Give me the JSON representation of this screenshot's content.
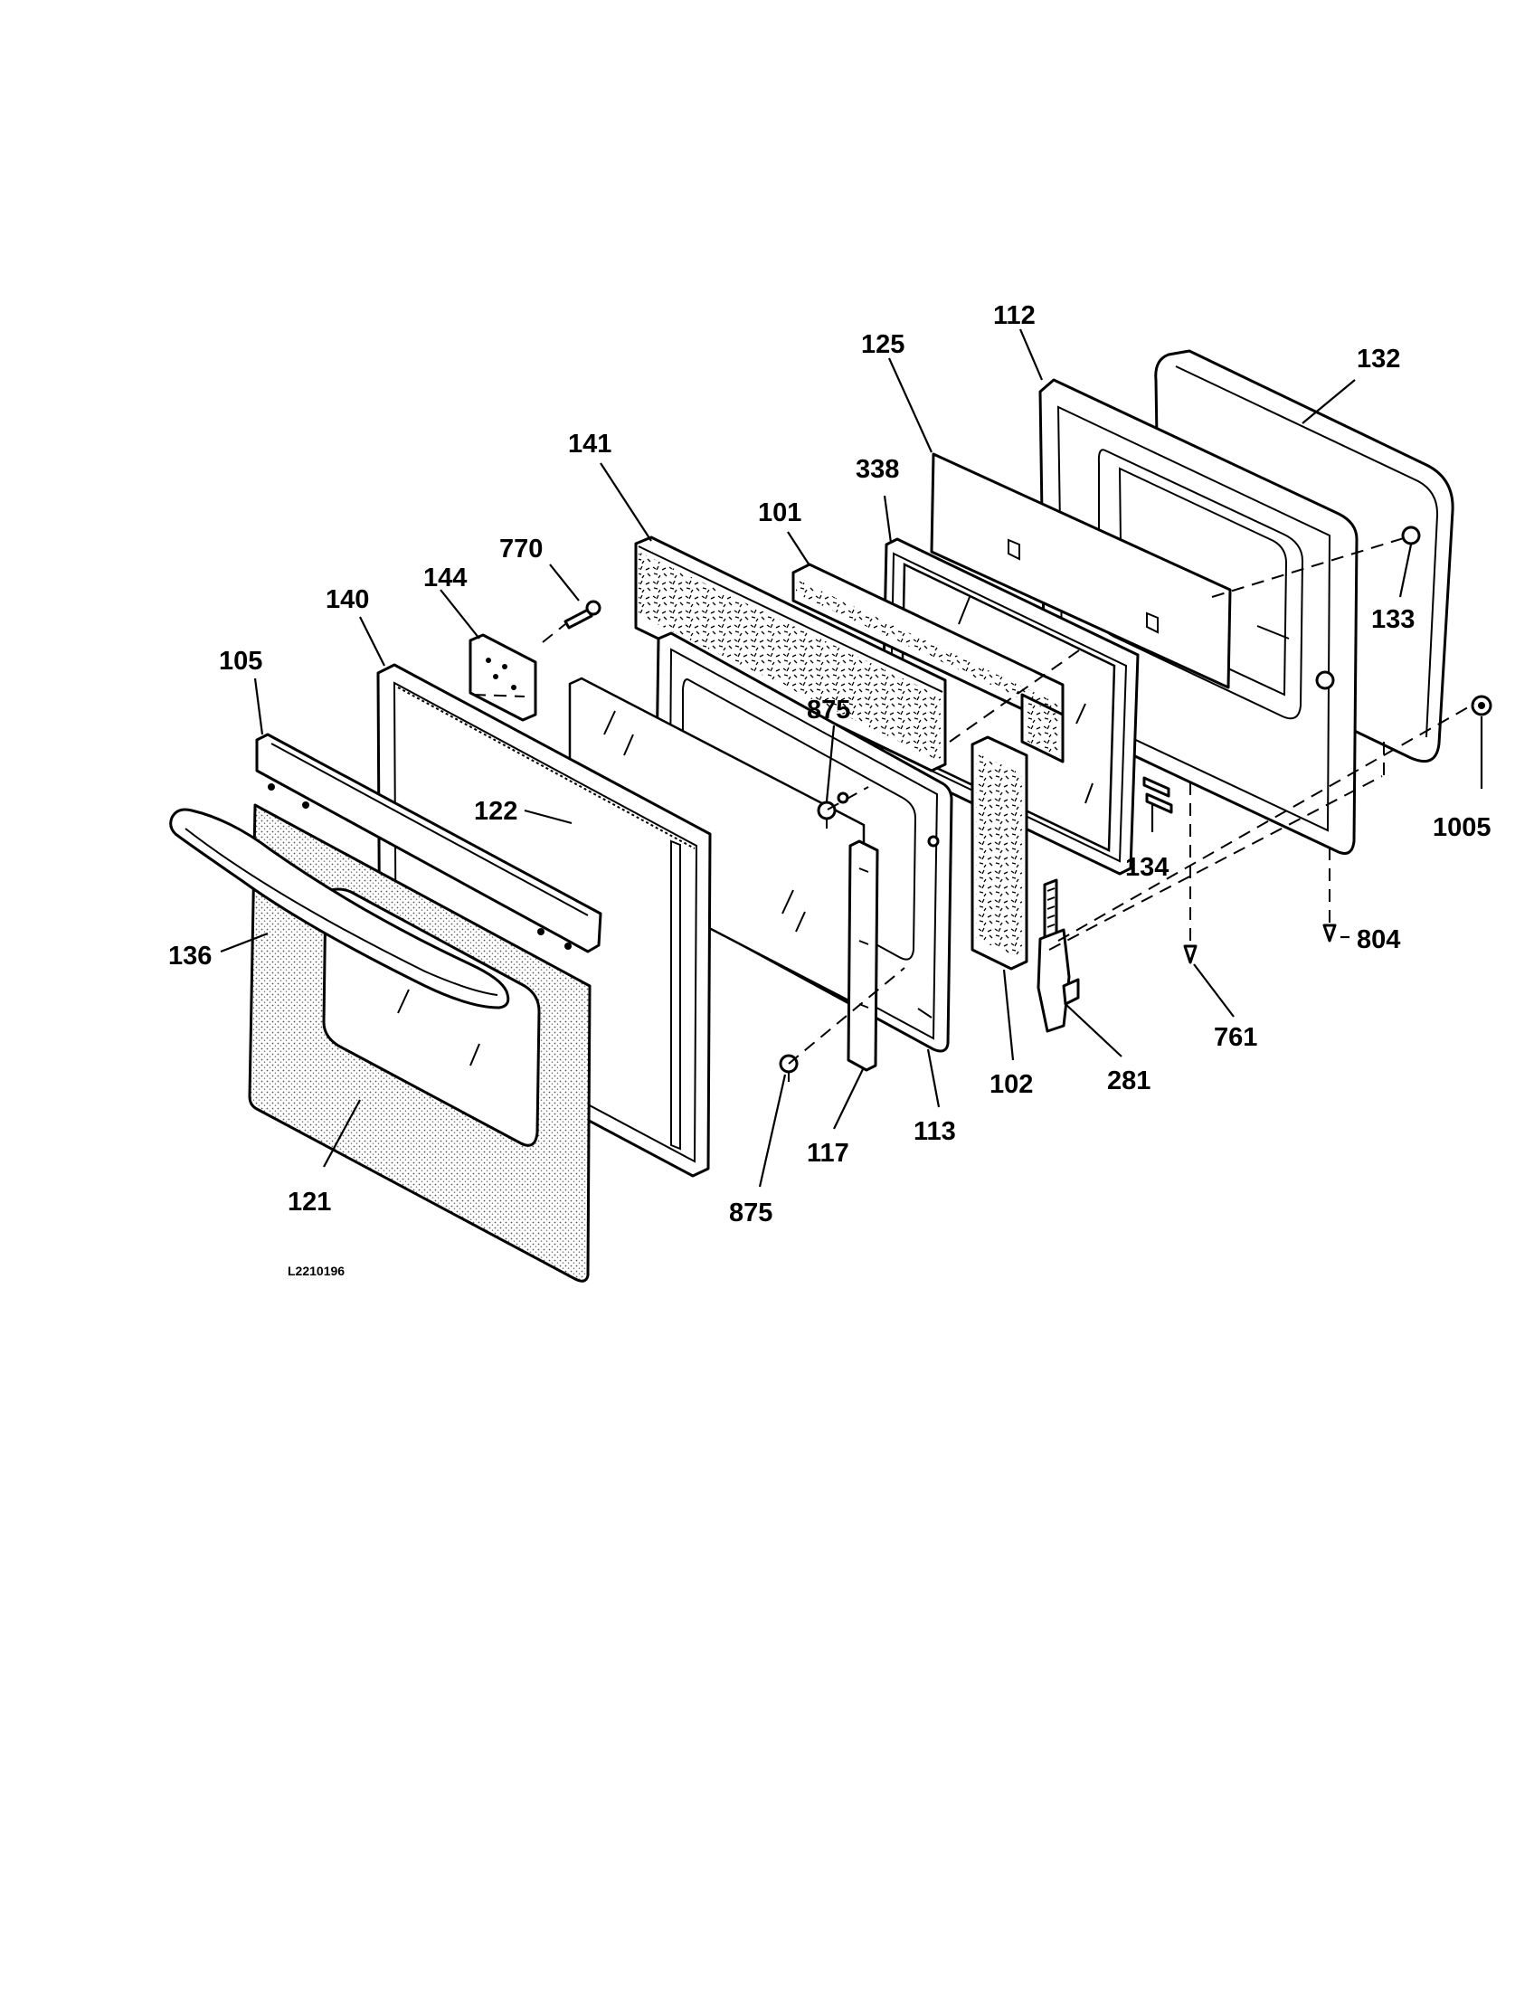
{
  "diagram_code": "L2210196",
  "callouts": [
    {
      "id": "112",
      "label": "112"
    },
    {
      "id": "125",
      "label": "125"
    },
    {
      "id": "132",
      "label": "132"
    },
    {
      "id": "338",
      "label": "338"
    },
    {
      "id": "141",
      "label": "141"
    },
    {
      "id": "101",
      "label": "101"
    },
    {
      "id": "133",
      "label": "133"
    },
    {
      "id": "770",
      "label": "770"
    },
    {
      "id": "144",
      "label": "144"
    },
    {
      "id": "140",
      "label": "140"
    },
    {
      "id": "105",
      "label": "105"
    },
    {
      "id": "875a",
      "label": "875"
    },
    {
      "id": "1005",
      "label": "1005"
    },
    {
      "id": "122",
      "label": "122"
    },
    {
      "id": "134",
      "label": "134"
    },
    {
      "id": "136",
      "label": "136"
    },
    {
      "id": "804",
      "label": "804"
    },
    {
      "id": "761",
      "label": "761"
    },
    {
      "id": "102",
      "label": "102"
    },
    {
      "id": "281",
      "label": "281"
    },
    {
      "id": "113",
      "label": "113"
    },
    {
      "id": "117",
      "label": "117"
    },
    {
      "id": "121",
      "label": "121"
    },
    {
      "id": "875b",
      "label": "875"
    }
  ]
}
